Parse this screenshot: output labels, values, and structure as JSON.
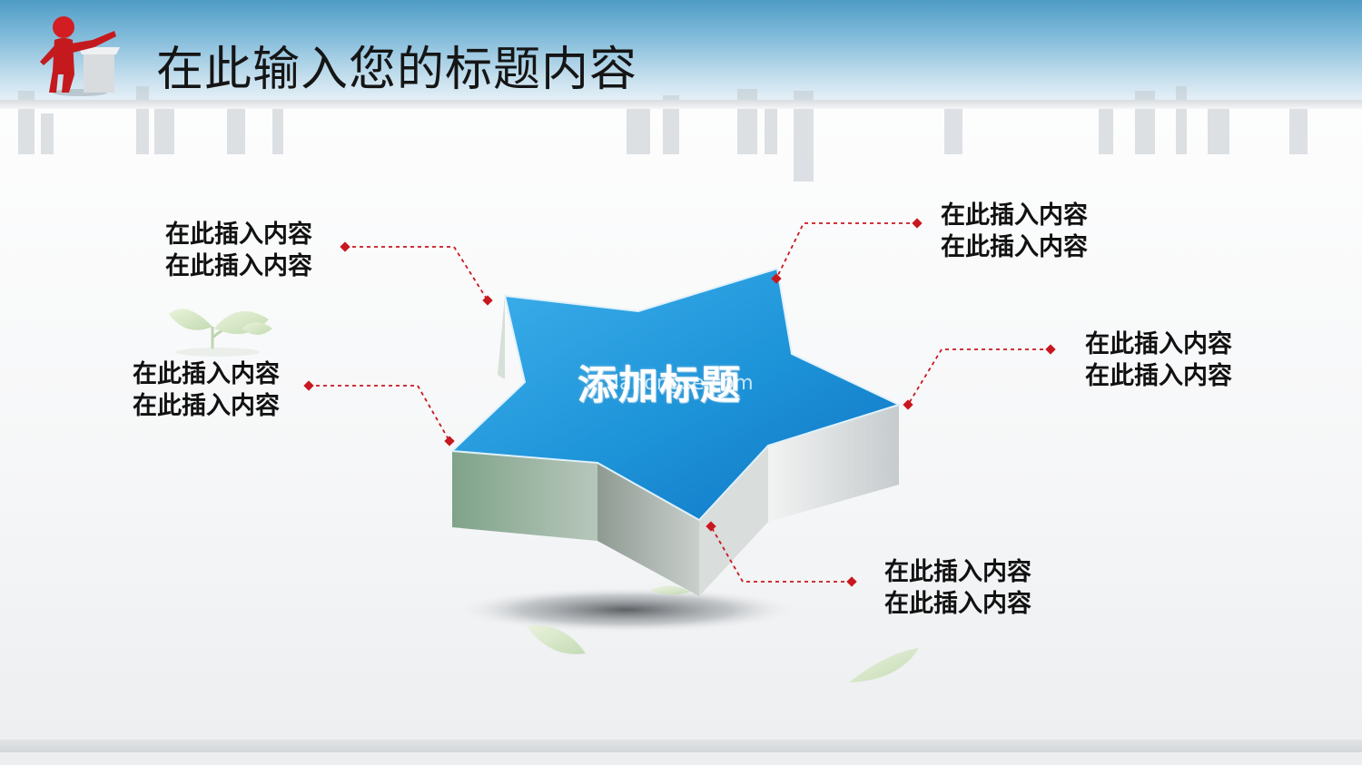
{
  "slide": {
    "title": "在此输入您的标题内容",
    "star_title": "添加标题",
    "watermark": "dahongse.com",
    "callouts": [
      {
        "line1": "在此插入内容",
        "line2": "在此插入内容"
      },
      {
        "line1": "在此插入内容",
        "line2": "在此插入内容"
      },
      {
        "line1": "在此插入内容",
        "line2": "在此插入内容"
      },
      {
        "line1": "在此插入内容",
        "line2": "在此插入内容"
      },
      {
        "line1": "在此插入内容",
        "line2": "在此插入内容"
      }
    ]
  },
  "colors": {
    "accent_red": "#c8171e",
    "star_blue": "#1d93d8",
    "header_blue": "#4e9cc6"
  },
  "icons": [
    "presenter-mascot-icon",
    "sprout-icon",
    "leaf-icon"
  ]
}
